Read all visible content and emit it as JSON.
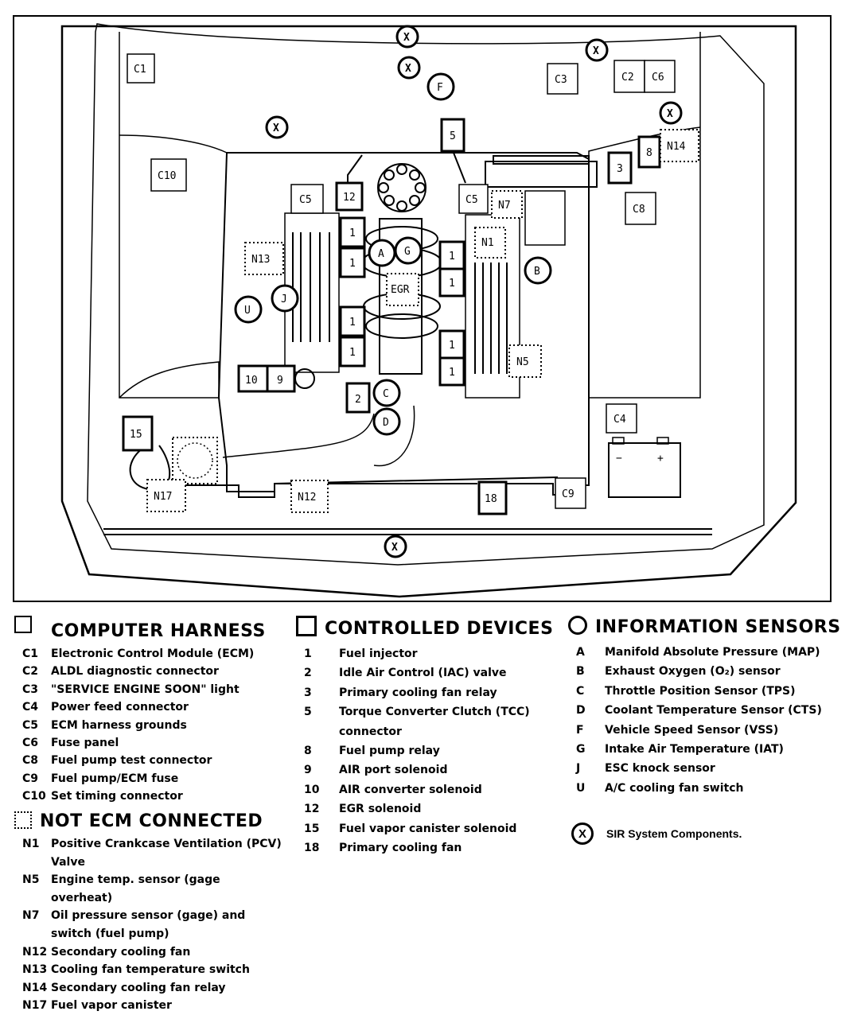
{
  "diagram": {
    "connectors": {
      "c1": "C1",
      "c2": "C2",
      "c3": "C3",
      "c4": "C4",
      "c5a": "C5",
      "c5b": "C5",
      "c6": "C6",
      "c8": "C8",
      "c9": "C9",
      "c10": "C10"
    },
    "devices": {
      "d1a": "1",
      "d1b": "1",
      "d1c": "1",
      "d1d": "1",
      "d1e": "1",
      "d1f": "1",
      "d1g": "1",
      "d1h": "1",
      "d2": "2",
      "d3": "3",
      "d5": "5",
      "d8": "8",
      "d9": "9",
      "d10": "10",
      "d12": "12",
      "d15": "15",
      "d18": "18"
    },
    "sensors": {
      "A": "A",
      "B": "B",
      "C": "C",
      "D": "D",
      "F": "F",
      "G": "G",
      "J": "J",
      "U": "U"
    },
    "not_ecm": {
      "n1": "N1",
      "n5": "N5",
      "n7": "N7",
      "n12": "N12",
      "n13": "N13",
      "n14": "N14",
      "n17": "N17"
    },
    "sir_mark": "X",
    "egr_label": "EGR",
    "battery_minus": "−",
    "battery_plus": "+"
  },
  "legend": {
    "computer_harness": {
      "title": "COMPUTER HARNESS",
      "items": [
        {
          "code": "C1",
          "desc": "Electronic Control Module (ECM)"
        },
        {
          "code": "C2",
          "desc": "ALDL diagnostic connector"
        },
        {
          "code": "C3",
          "desc": "\"SERVICE ENGINE SOON\" light"
        },
        {
          "code": "C4",
          "desc": "Power feed connector"
        },
        {
          "code": "C5",
          "desc": "ECM harness grounds"
        },
        {
          "code": "C6",
          "desc": "Fuse panel"
        },
        {
          "code": "C8",
          "desc": "Fuel pump test connector"
        },
        {
          "code": "C9",
          "desc": "Fuel pump/ECM fuse"
        },
        {
          "code": "C10",
          "desc": "Set timing connector"
        }
      ]
    },
    "not_ecm_connected": {
      "title": "NOT ECM CONNECTED",
      "items": [
        {
          "code": "N1",
          "desc": "Positive Crankcase Ventilation (PCV) Valve"
        },
        {
          "code": "N5",
          "desc": "Engine temp. sensor (gage overheat)"
        },
        {
          "code": "N7",
          "desc": "Oil pressure sensor (gage) and switch (fuel pump)"
        },
        {
          "code": "N12",
          "desc": "Secondary cooling fan"
        },
        {
          "code": "N13",
          "desc": "Cooling fan temperature switch"
        },
        {
          "code": "N14",
          "desc": "Secondary cooling fan relay"
        },
        {
          "code": "N17",
          "desc": "Fuel vapor canister"
        }
      ]
    },
    "controlled_devices": {
      "title": "CONTROLLED DEVICES",
      "items": [
        {
          "code": "1",
          "desc": "Fuel injector"
        },
        {
          "code": "2",
          "desc": "Idle Air Control (IAC) valve"
        },
        {
          "code": "3",
          "desc": "Primary cooling fan relay"
        },
        {
          "code": "5",
          "desc": "Torque Converter Clutch (TCC) connector"
        },
        {
          "code": "8",
          "desc": "Fuel pump relay"
        },
        {
          "code": "9",
          "desc": "AIR port solenoid"
        },
        {
          "code": "10",
          "desc": "AIR converter solenoid"
        },
        {
          "code": "12",
          "desc": "EGR solenoid"
        },
        {
          "code": "15",
          "desc": "Fuel vapor canister solenoid"
        },
        {
          "code": "18",
          "desc": "Primary cooling fan"
        }
      ]
    },
    "information_sensors": {
      "title": "INFORMATION SENSORS",
      "items": [
        {
          "code": "A",
          "desc": "Manifold Absolute Pressure (MAP)"
        },
        {
          "code": "B",
          "desc": "Exhaust Oxygen (O₂) sensor"
        },
        {
          "code": "C",
          "desc": "Throttle Position Sensor (TPS)"
        },
        {
          "code": "D",
          "desc": "Coolant Temperature Sensor (CTS)"
        },
        {
          "code": "F",
          "desc": "Vehicle Speed  Sensor (VSS)"
        },
        {
          "code": "G",
          "desc": "Intake Air Temperature (IAT)"
        },
        {
          "code": "J",
          "desc": "ESC knock sensor"
        },
        {
          "code": "U",
          "desc": "A/C cooling fan switch"
        }
      ]
    },
    "sir": {
      "mark": "X",
      "label": "SIR System Components."
    }
  }
}
